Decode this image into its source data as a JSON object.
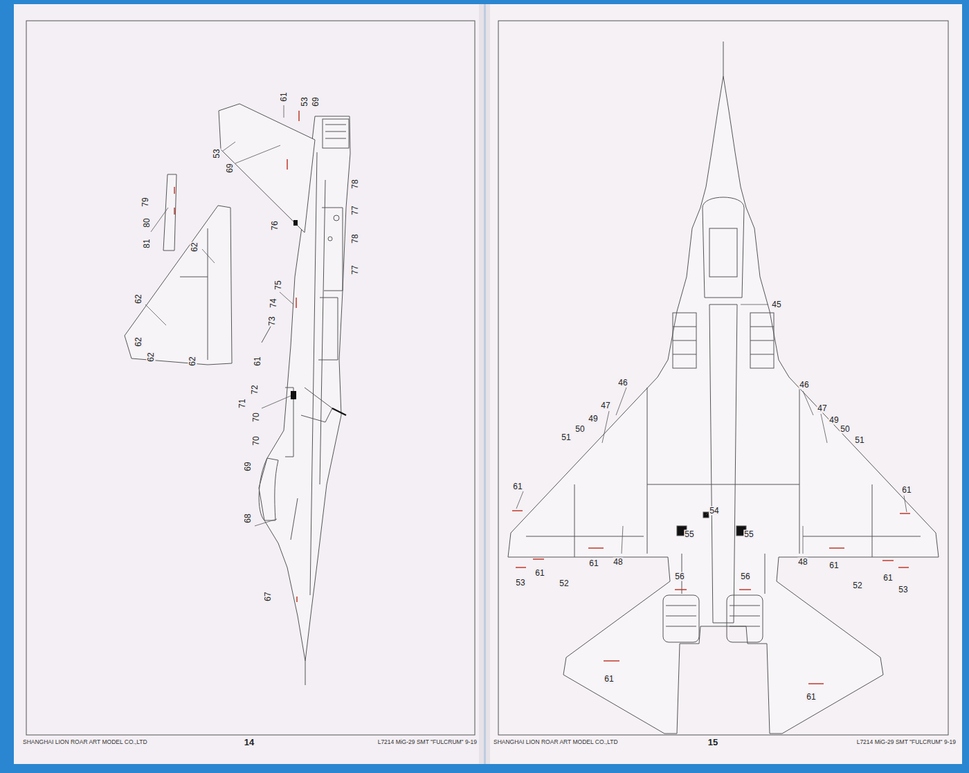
{
  "diagram": {
    "labels": [
      "61",
      "53",
      "69",
      "53",
      "69",
      "78",
      "77",
      "76",
      "78",
      "77",
      "79",
      "80",
      "81",
      "62",
      "75",
      "62",
      "74",
      "73",
      "62",
      "62",
      "62",
      "61",
      "72",
      "71",
      "70",
      "70",
      "69",
      "68",
      "67",
      "SHANGHAI LION ROAR ART MODEL CO.,LTD",
      "14",
      "L7214 MiG-29 SMT \"FULCRUM\" 9-19",
      "45",
      "46",
      "46",
      "47",
      "47",
      "49",
      "49",
      "50",
      "50",
      "51",
      "51",
      "61",
      "61",
      "54",
      "55",
      "55",
      "48",
      "61",
      "48",
      "61",
      "61",
      "61",
      "56",
      "56",
      "53",
      "52",
      "52",
      "53",
      "61",
      "61",
      "SHANGHAI LION ROAR ART MODEL CO.,LTD",
      "15",
      "L7214 MiG-29 SMT \"FULCRUM\" 9-19"
    ]
  }
}
